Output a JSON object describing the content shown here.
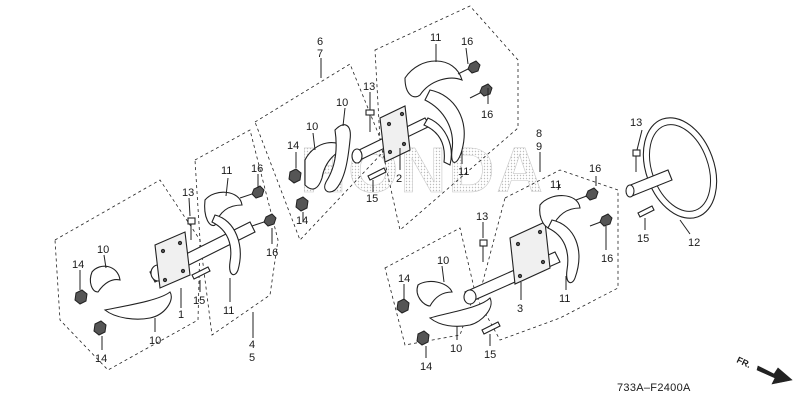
{
  "diagram": {
    "code": "733A–F2400A",
    "direction_marker": "FR.",
    "watermark": "HONDA",
    "callouts": {
      "c6_7": [
        "6",
        "7"
      ],
      "c8_9": [
        "8",
        "9"
      ],
      "c4_5": [
        "4",
        "5"
      ],
      "c1": "1",
      "c2": "2",
      "c3": "3",
      "c10": "10",
      "c11": "11",
      "c12": "12",
      "c13": "13",
      "c14": "14",
      "c15": "15",
      "c16": "16"
    }
  }
}
